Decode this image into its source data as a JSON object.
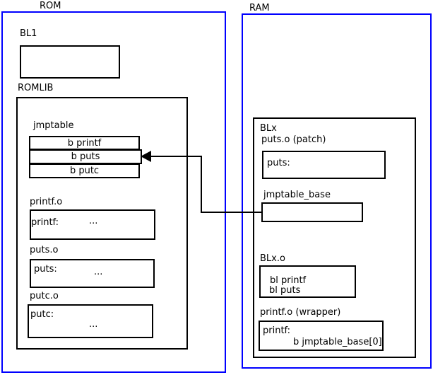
{
  "diagram": {
    "rom": {
      "label": "ROM",
      "bl1": {
        "label": "BL1"
      },
      "romlib": {
        "label": "ROMLIB",
        "jmptable": {
          "label": "jmptable",
          "rows": [
            "b printf",
            "b puts",
            "b putc"
          ]
        },
        "objects": [
          {
            "label": "printf.o",
            "symbol": "printf:",
            "body": "..."
          },
          {
            "label": "puts.o",
            "symbol": "puts:",
            "body": "..."
          },
          {
            "label": "putc.o",
            "symbol": "putc:",
            "body": "..."
          }
        ]
      }
    },
    "ram": {
      "label": "RAM",
      "blx": {
        "label": "BLx",
        "puts_patch": {
          "label": "puts.o (patch)",
          "symbol": "puts:"
        },
        "jmptable_base": {
          "label": "jmptable_base"
        },
        "blx_o": {
          "label": "BLx.o",
          "lines": [
            "bl printf",
            "bl puts"
          ]
        },
        "printf_wrapper": {
          "label": "printf.o (wrapper)",
          "symbol": "printf:",
          "instruction": "b jmptable_base[0]"
        }
      }
    },
    "colors": {
      "region_border": "#0000ff",
      "box_border": "#000000",
      "background": "#ffffff",
      "text": "#000000"
    }
  }
}
